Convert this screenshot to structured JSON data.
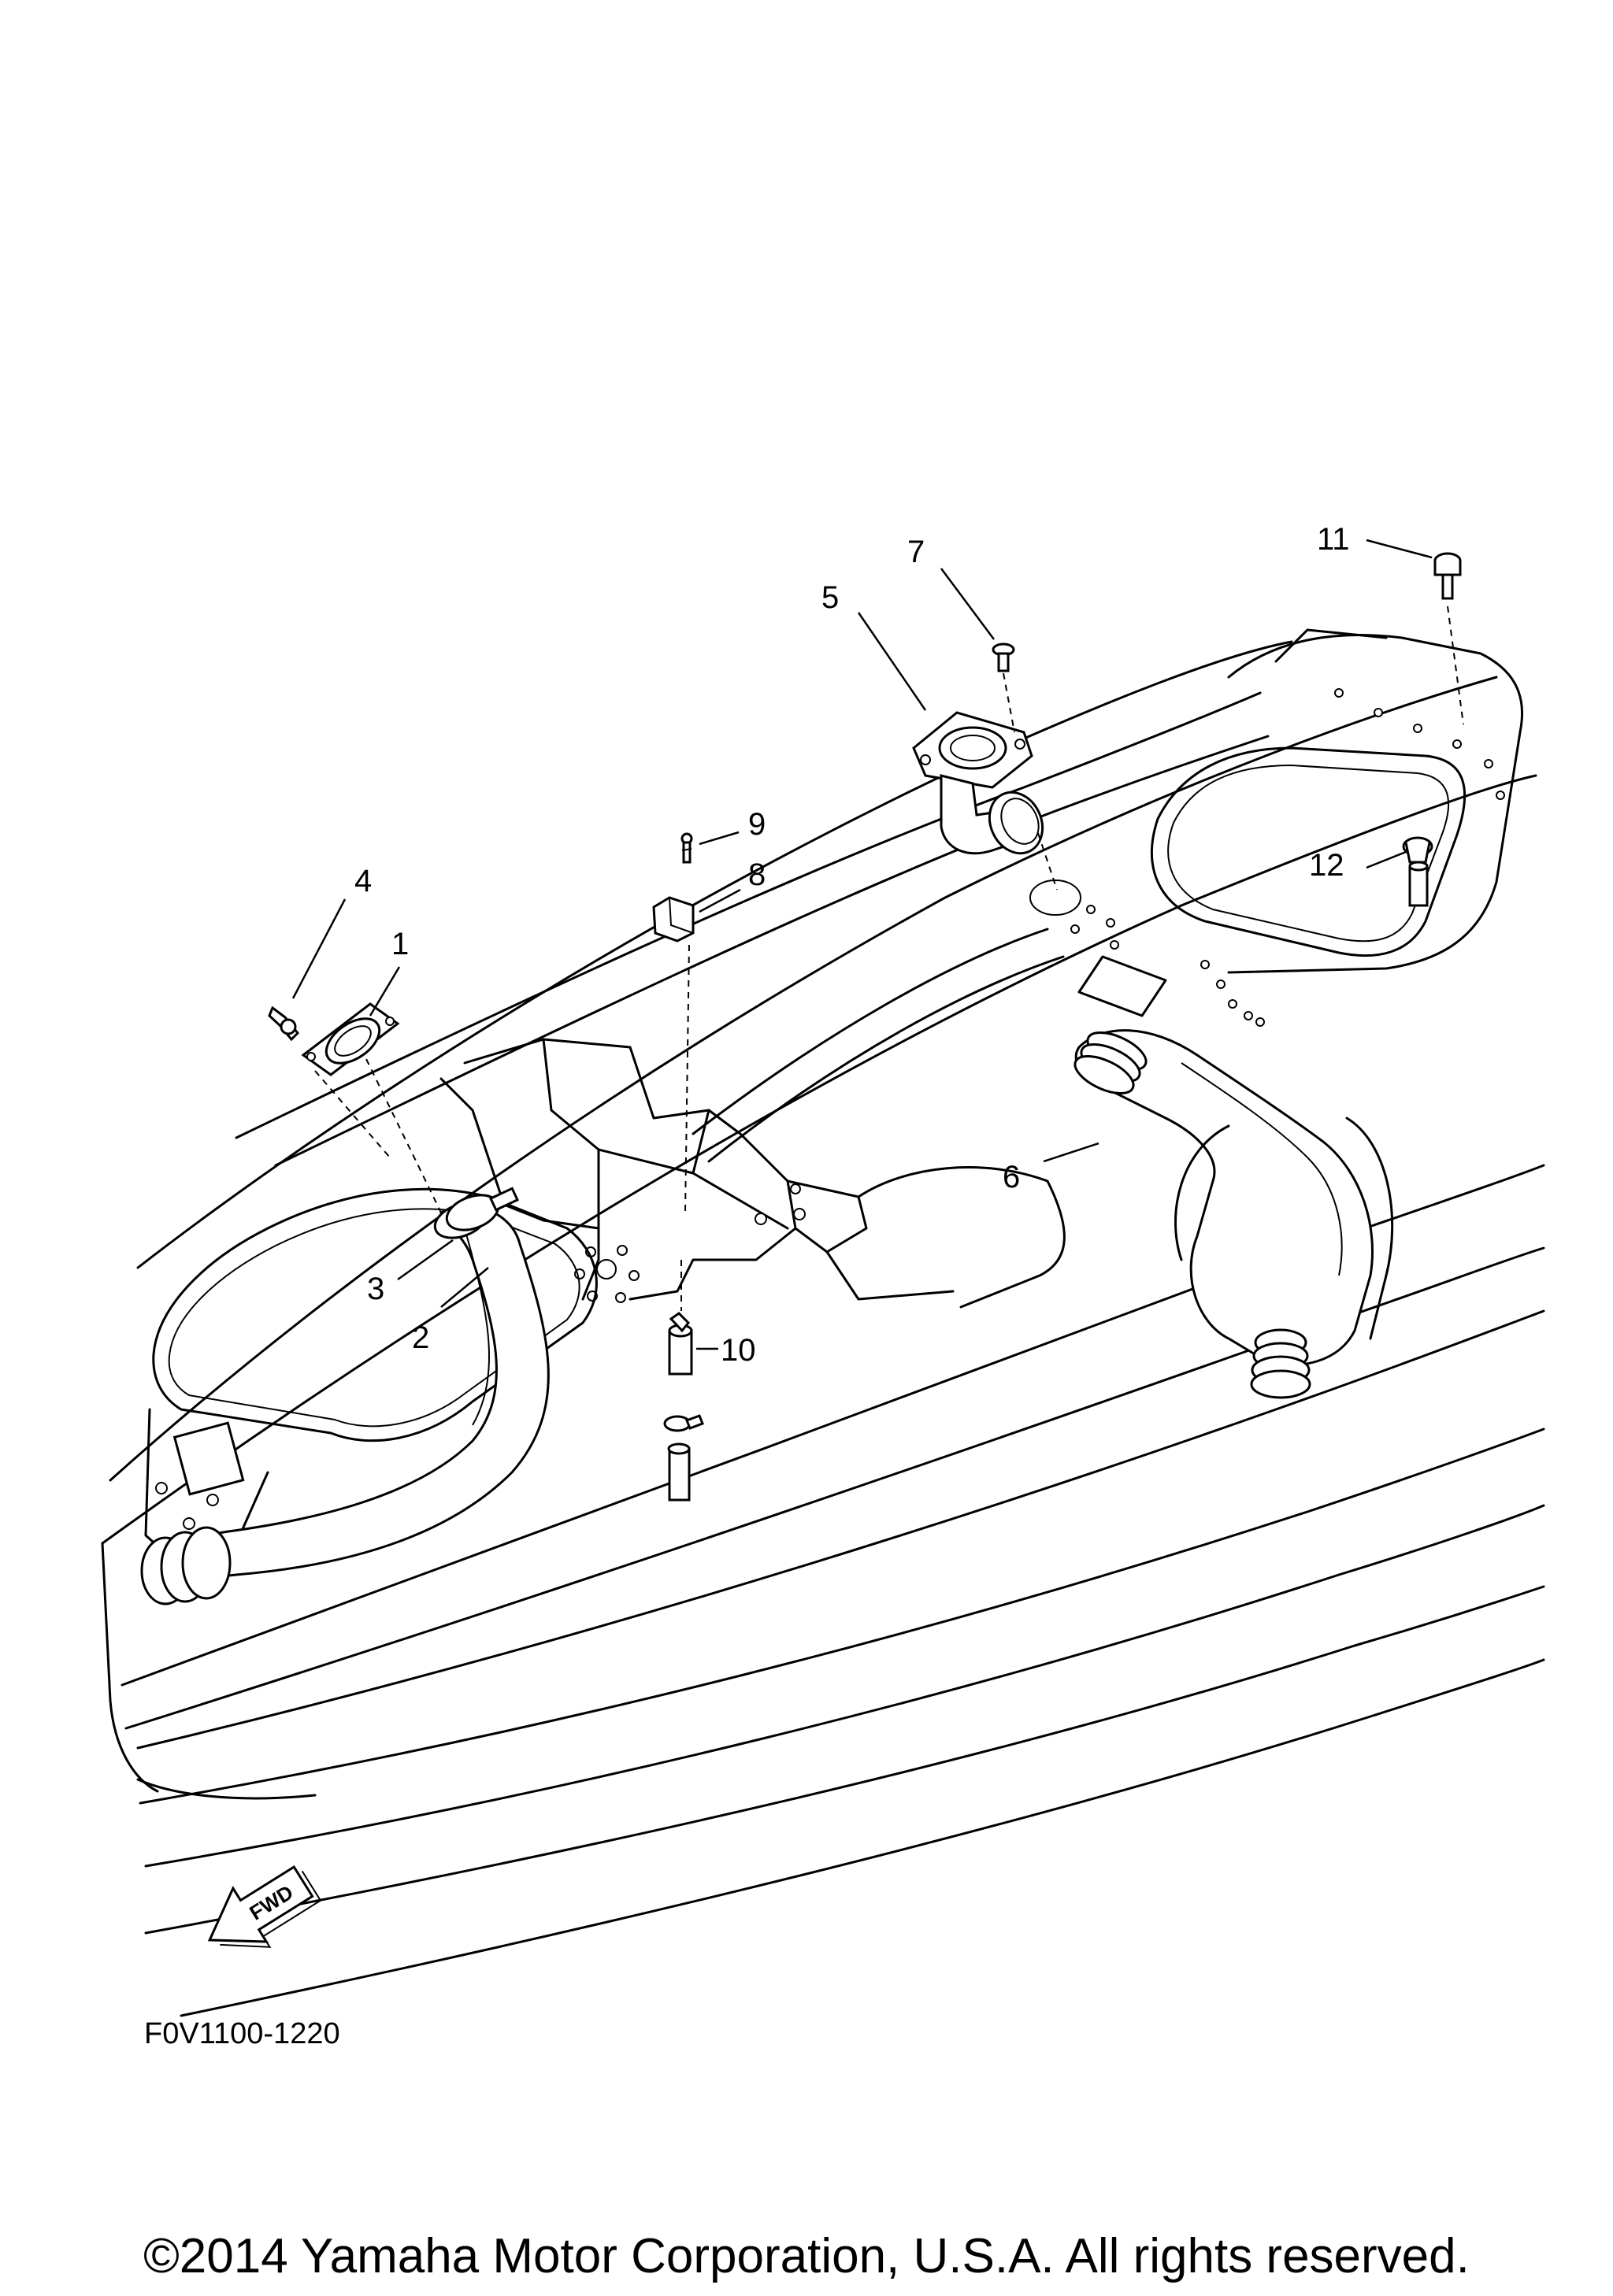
{
  "callouts": [
    {
      "id": "1",
      "label": "1"
    },
    {
      "id": "2",
      "label": "2"
    },
    {
      "id": "3",
      "label": "3"
    },
    {
      "id": "4",
      "label": "4"
    },
    {
      "id": "5",
      "label": "5"
    },
    {
      "id": "6",
      "label": "6"
    },
    {
      "id": "7",
      "label": "7"
    },
    {
      "id": "8",
      "label": "8"
    },
    {
      "id": "9",
      "label": "9"
    },
    {
      "id": "10",
      "label": "10"
    },
    {
      "id": "11",
      "label": "11"
    },
    {
      "id": "12",
      "label": "12"
    }
  ],
  "fwd_badge": {
    "label": "FWD"
  },
  "figure_code": "F0V1100-1220",
  "copyright": "©2014 Yamaha Motor Corporation, U.S.A. All rights reserved."
}
